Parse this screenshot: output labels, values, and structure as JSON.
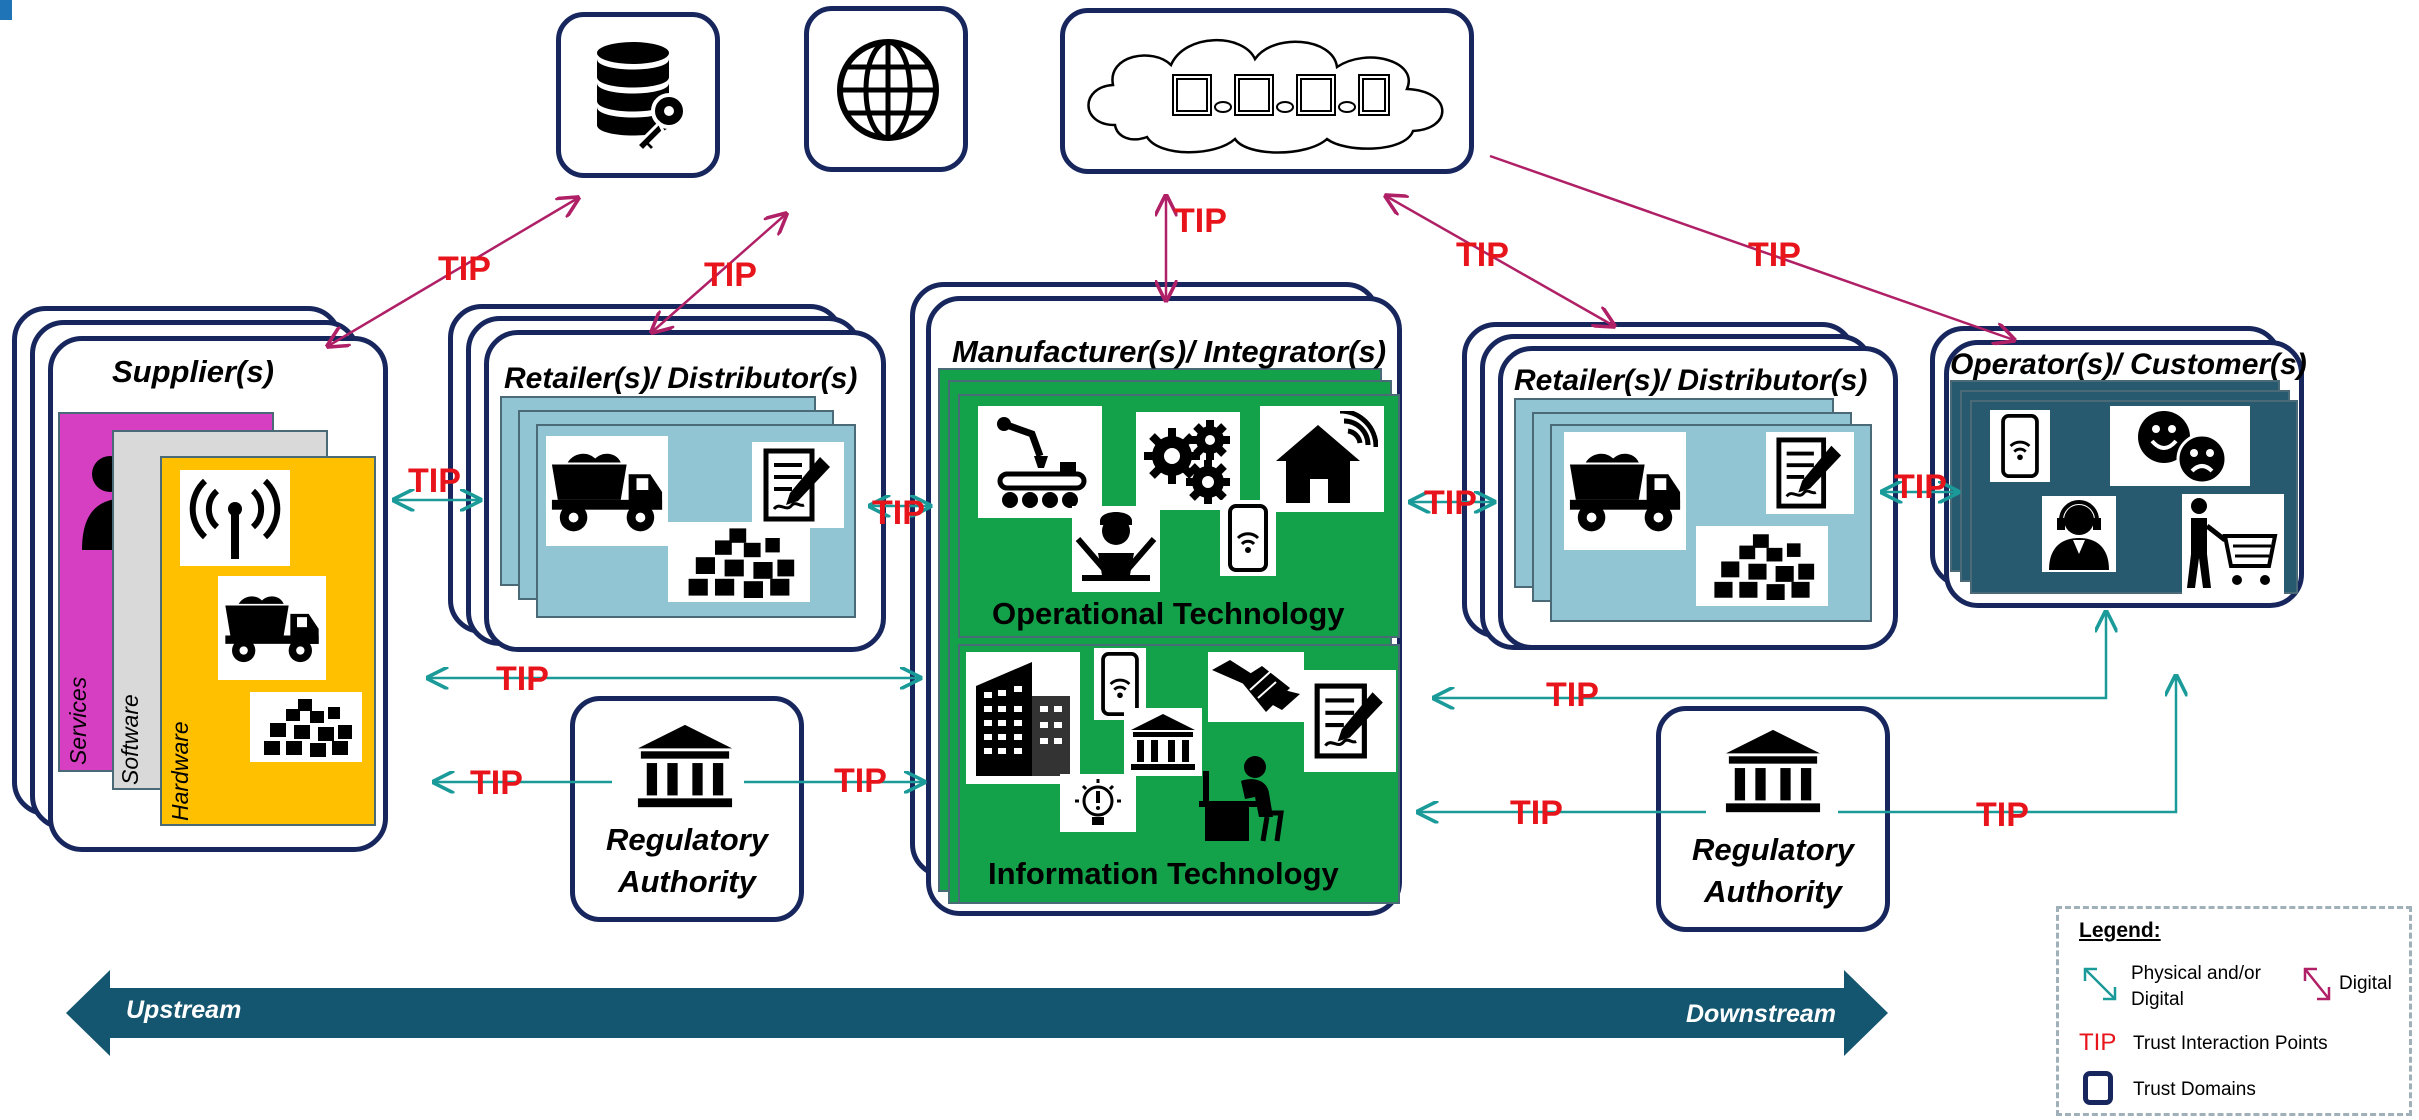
{
  "nodes": {
    "supplier": "Supplier(s)",
    "retailer_left": "Retailer(s)/ Distributor(s)",
    "manufacturer": "Manufacturer(s)/ Integrator(s)",
    "retailer_right": "Retailer(s)/ Distributor(s)",
    "operator": "Operator(s)/ Customer(s)",
    "regulatory_left": "Regulatory Authority",
    "regulatory_right": "Regulatory Authority"
  },
  "supplier_layers": [
    "Services",
    "Software",
    "Hardware"
  ],
  "manufacturer_sections": {
    "operational": "Operational Technology",
    "information": "Information Technology"
  },
  "tip": "TIP",
  "flow": {
    "upstream": "Upstream",
    "downstream": "Downstream"
  },
  "legend": {
    "title": "Legend:",
    "physical": "Physical and/or Digital",
    "digital": "Digital",
    "tip_symbol": "TIP",
    "tip_text": "Trust Interaction Points",
    "domains": "Trust Domains"
  },
  "colors": {
    "dark_blue": "#17275e",
    "teal": "#1a9a98",
    "magenta": "#b02067",
    "tip_red": "#e8141b",
    "green": "#13a24a",
    "light_blue": "#92c5d3",
    "dark_teal": "#285a6f",
    "services": "#d73fc3",
    "software": "#d9d9d9",
    "hardware": "#ffc000",
    "flow_bar": "#14566f"
  }
}
